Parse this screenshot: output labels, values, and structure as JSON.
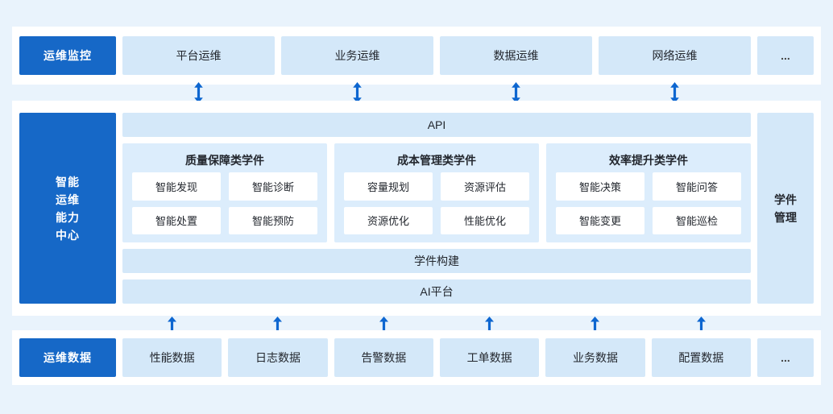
{
  "colors": {
    "background": "#e9f3fc",
    "panel_white": "#ffffff",
    "primary_blue": "#1668c7",
    "light_blue_box": "#d4e8f9",
    "group_blue": "#dcedfc",
    "arrow_blue": "#0d66d0",
    "text_dark": "#23272e"
  },
  "monitoring_layer": {
    "label": "运维监控",
    "items": [
      "平台运维",
      "业务运维",
      "数据运维",
      "网络运维"
    ],
    "more": "..."
  },
  "capability_center": {
    "label_lines": [
      "智能",
      "运维",
      "能力",
      "中心"
    ],
    "api_bar": "API",
    "groups": [
      {
        "title": "质量保障类学件",
        "items": [
          "智能发现",
          "智能诊断",
          "智能处置",
          "智能预防"
        ]
      },
      {
        "title": "成本管理类学件",
        "items": [
          "容量规划",
          "资源评估",
          "资源优化",
          "性能优化"
        ]
      },
      {
        "title": "效率提升类学件",
        "items": [
          "智能决策",
          "智能问答",
          "智能变更",
          "智能巡检"
        ]
      }
    ],
    "management_lines": [
      "学件",
      "管理"
    ],
    "build_bar": "学件构建",
    "ai_platform_bar": "AI平台"
  },
  "data_layer": {
    "label": "运维数据",
    "items": [
      "性能数据",
      "日志数据",
      "告警数据",
      "工单数据",
      "业务数据",
      "配置数据"
    ],
    "more": "..."
  }
}
